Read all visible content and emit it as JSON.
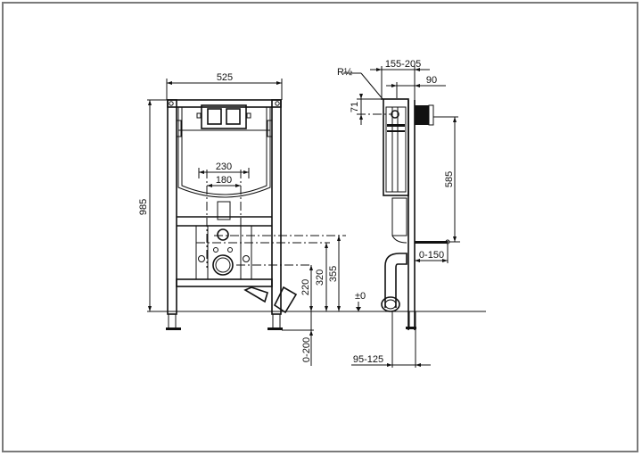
{
  "drawing": {
    "type": "technical-drawing",
    "subject": "wall-hung WC installation frame",
    "views": [
      "front",
      "side"
    ],
    "border_color": "#7a7a7a",
    "line_color": "#111111"
  },
  "front_view": {
    "dimensions": {
      "frame_width": "525",
      "frame_height": "985",
      "outer_pipe_spacing": "230",
      "inner_pipe_spacing": "180",
      "height_355": "355",
      "height_320": "320",
      "height_220": "220",
      "leg_adjust": "0-200"
    }
  },
  "side_view": {
    "dimensions": {
      "thread": "R½",
      "depth_range": "155-205",
      "depth_90": "90",
      "height_71": "71",
      "height_585": "585",
      "stud_projection": "0-150",
      "floor_level": "±0",
      "foot_offset": "95-125"
    }
  }
}
